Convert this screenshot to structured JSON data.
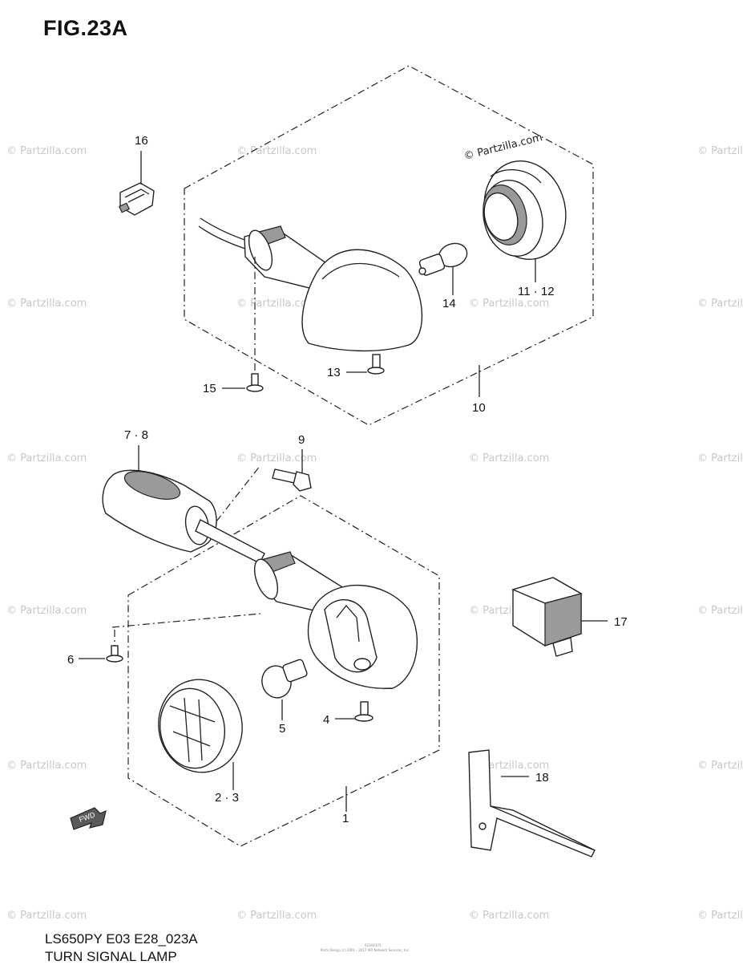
{
  "figure_title": "FIG.23A",
  "footer": {
    "model_code": "LS650PY E03 E28_023A",
    "section_name": "TURN SIGNAL LAMP",
    "tiny_code": "023A0173",
    "tiny_copyright": "Parts Design (c) 2001 - 2017 ARI Network Services, Inc."
  },
  "watermark": {
    "main_text": "© Partzilla.com",
    "faint_text": "© Partzilla.com"
  },
  "callouts": {
    "p1": "1",
    "p2_3": "2 · 3",
    "p4": "4",
    "p5": "5",
    "p6": "6",
    "p7_8": "7 · 8",
    "p9": "9",
    "p10": "10",
    "p11_12": "11 · 12",
    "p13": "13",
    "p14": "14",
    "p15": "15",
    "p16": "16",
    "p17": "17",
    "p18": "18"
  },
  "fwd_arrow": "FWD"
}
